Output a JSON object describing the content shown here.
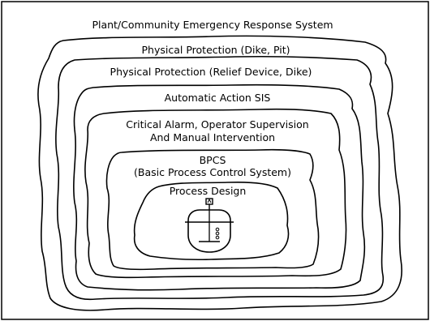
{
  "diagram": {
    "layers": [
      {
        "id": "plant-community",
        "label": "Plant/Community Emergency Response System"
      },
      {
        "id": "physical-protection-dike-pit",
        "label": "Physical Protection (Dike, Pit)"
      },
      {
        "id": "physical-protection-relief",
        "label": "Physical Protection (Relief Device, Dike)"
      },
      {
        "id": "automatic-action-sis",
        "label": "Automatic Action SIS"
      },
      {
        "id": "critical-alarm",
        "label_line1": "Critical Alarm, Operator Supervision",
        "label_line2": "And Manual Intervention"
      },
      {
        "id": "bpcs",
        "label_line1": "BPCS",
        "label_line2": "(Basic Process Control System)"
      },
      {
        "id": "process-design",
        "label": "Process Design"
      }
    ]
  }
}
